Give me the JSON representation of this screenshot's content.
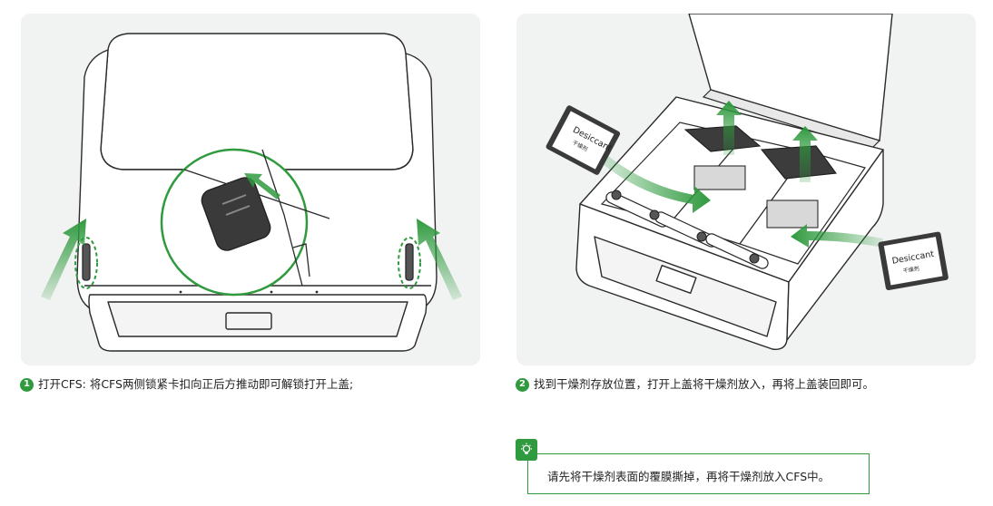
{
  "steps": [
    {
      "number": "1",
      "text": "打开CFS: 将CFS两侧锁紧卡扣向正后方推动即可解锁打开上盖;"
    },
    {
      "number": "2",
      "text": "找到干燥剂存放位置，打开上盖将干燥剂放入，再将上盖装回即可。"
    }
  ],
  "illustration2": {
    "desiccant_label_en": "Desiccant",
    "desiccant_label_cn": "干燥剂"
  },
  "tip": {
    "icon": "lightbulb-icon",
    "text": "请先将干燥剂表面的覆膜撕掉，再将干燥剂放入CFS中。"
  },
  "colors": {
    "accent": "#2f9a3e",
    "panel_bg": "#f1f3f2",
    "line": "#2a2a2a"
  }
}
